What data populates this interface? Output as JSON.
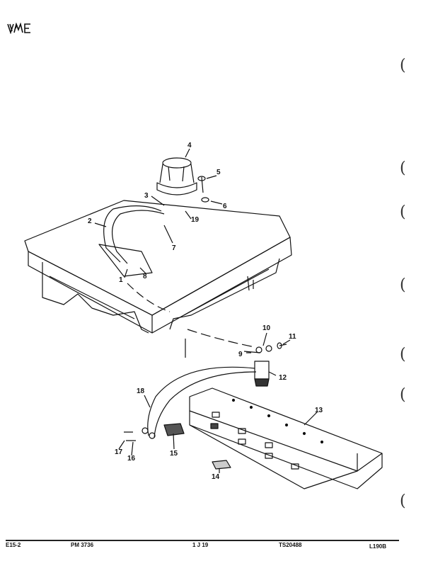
{
  "logo": {
    "text": "VME"
  },
  "callouts": {
    "c1": "1",
    "c2": "2",
    "c3": "3",
    "c4": "4",
    "c5": "5",
    "c6": "6",
    "c7": "7",
    "c8": "8",
    "c9": "9",
    "c10": "10",
    "c11": "11",
    "c12": "12",
    "c13": "13",
    "c14": "14",
    "c15": "15",
    "c16": "16",
    "c17": "17",
    "c18": "18",
    "c19": "19"
  },
  "footer": {
    "section": "E15-2",
    "publication": "PM 3736",
    "microfiche": "1 J 19",
    "drawing_number": "TS20488",
    "model": "L190B"
  }
}
